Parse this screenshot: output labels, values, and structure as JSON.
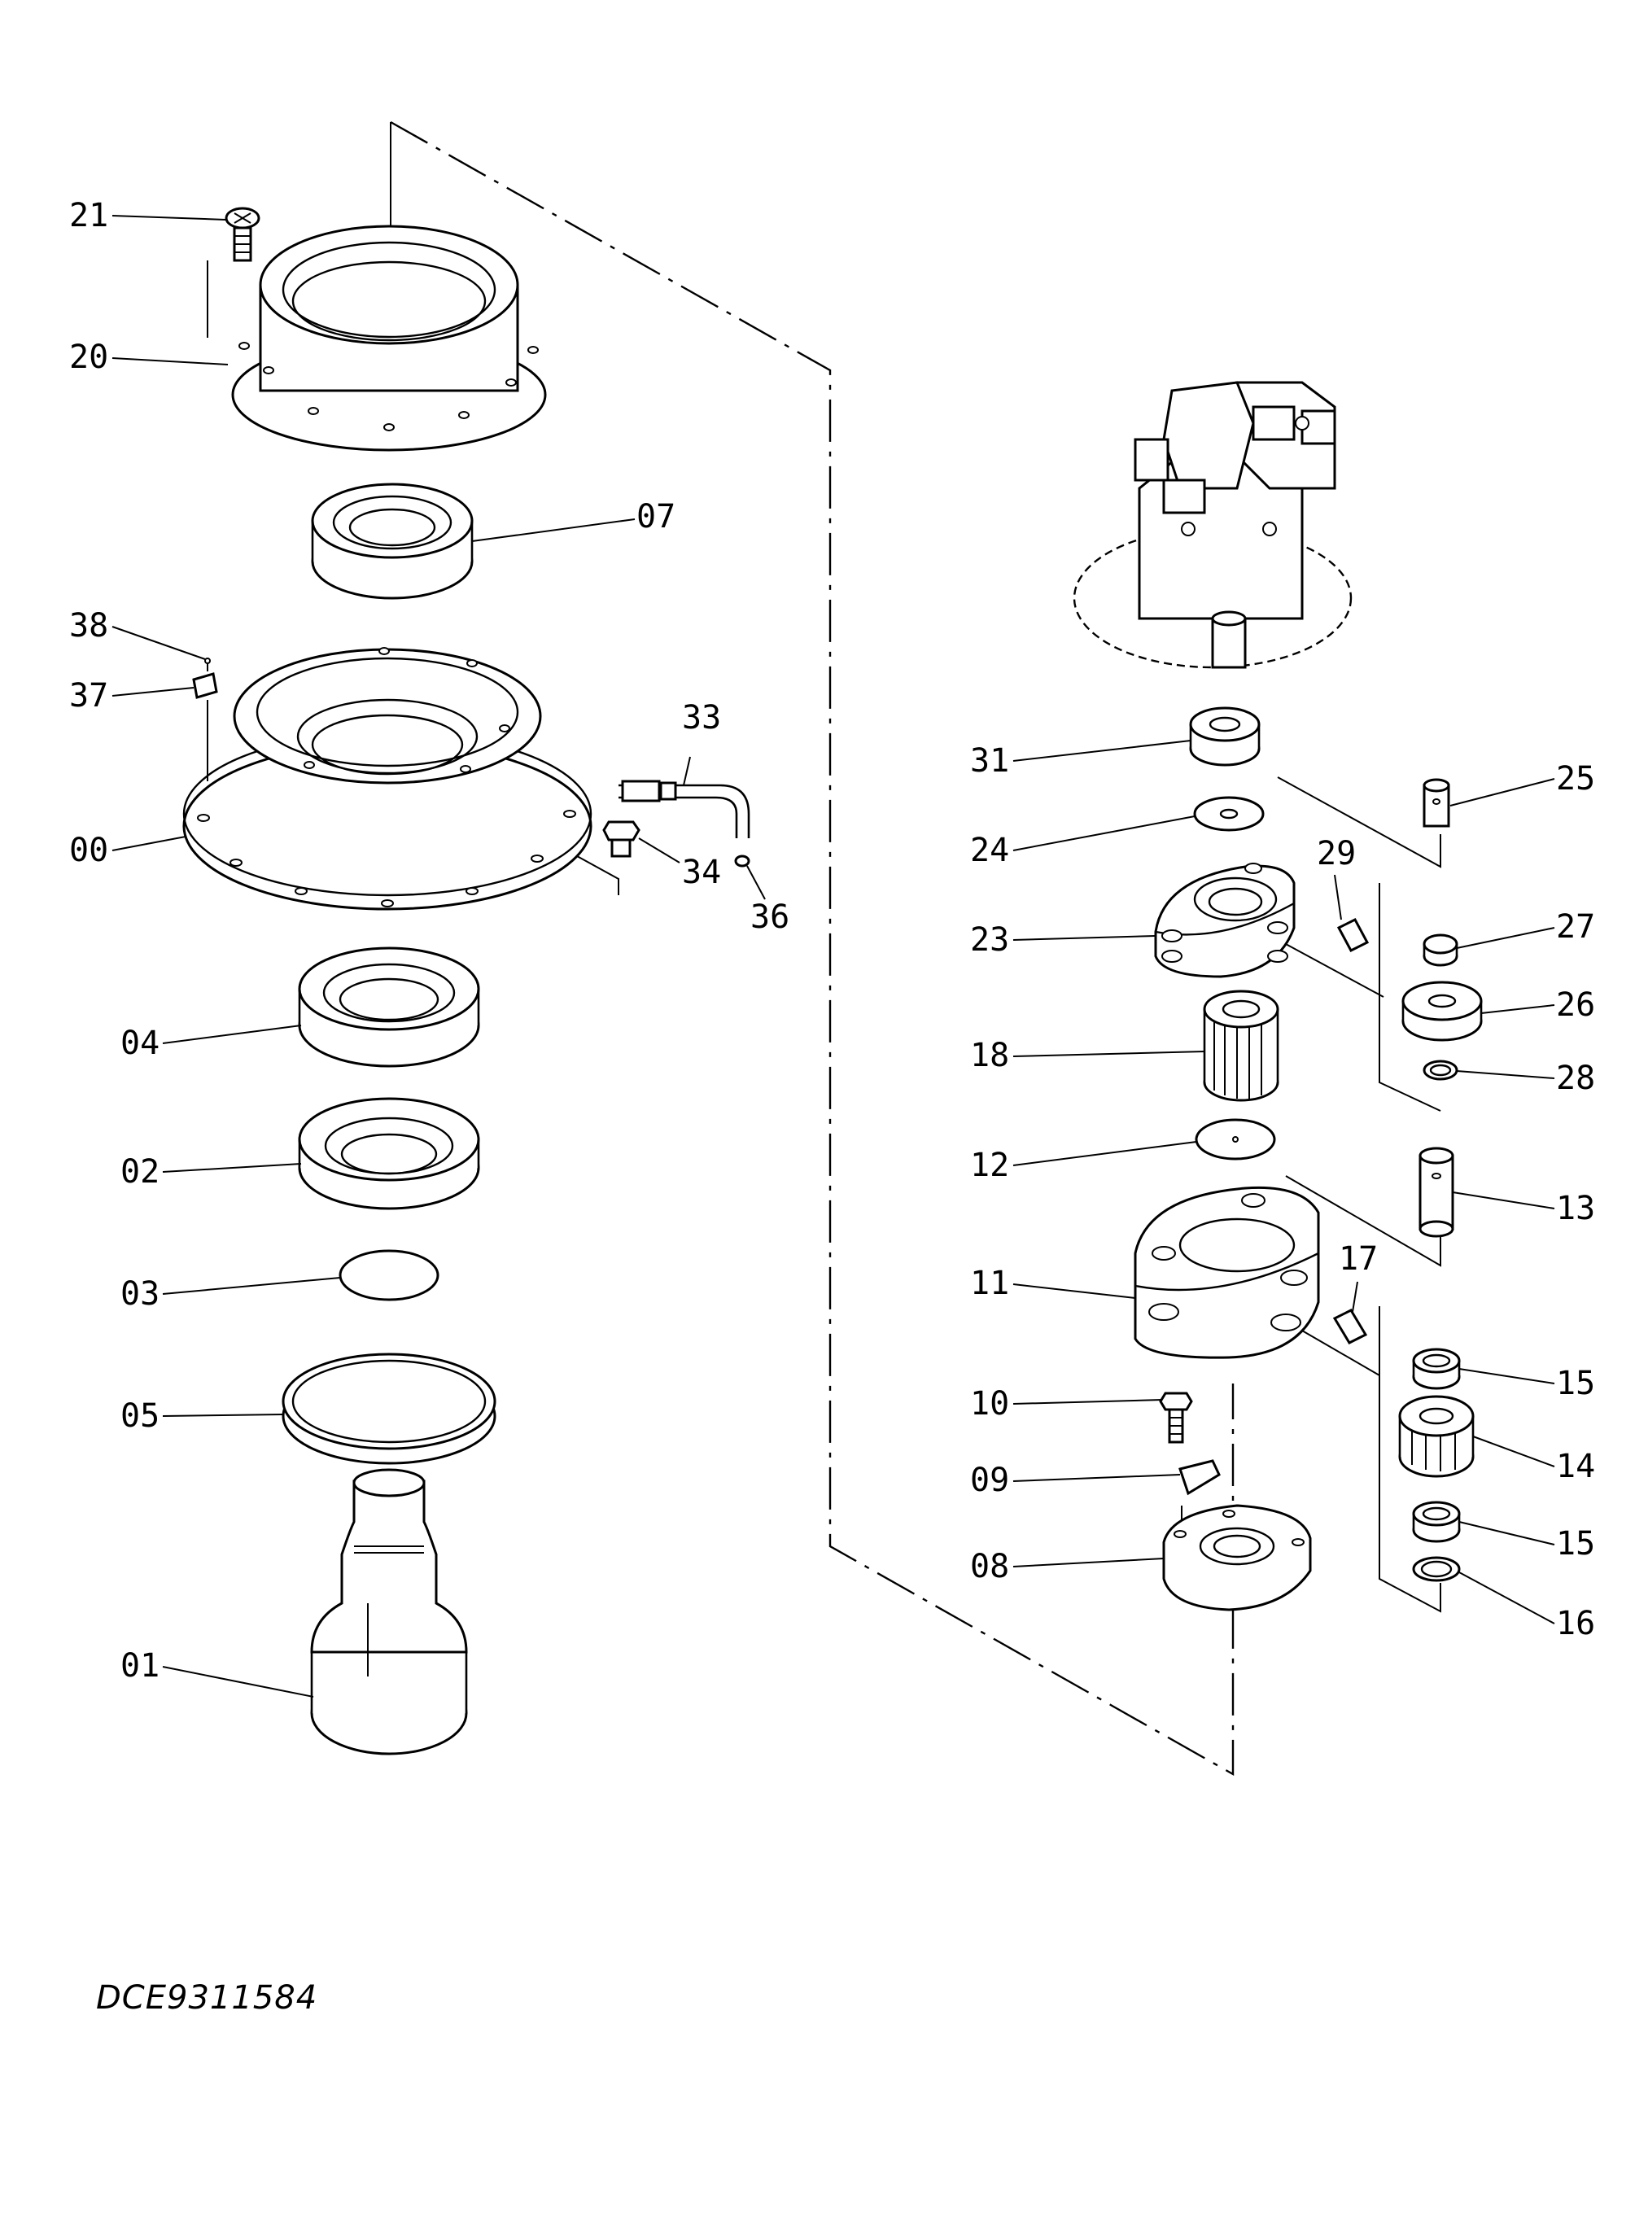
{
  "document_id": "DCE9311584",
  "callouts": [
    "21",
    "20",
    "07",
    "38",
    "37",
    "33",
    "00",
    "34",
    "36",
    "04",
    "02",
    "03",
    "05",
    "01",
    "31",
    "25",
    "24",
    "29",
    "23",
    "27",
    "26",
    "18",
    "28",
    "12",
    "13",
    "11",
    "17",
    "15",
    "10",
    "14",
    "09",
    "08",
    "16"
  ]
}
